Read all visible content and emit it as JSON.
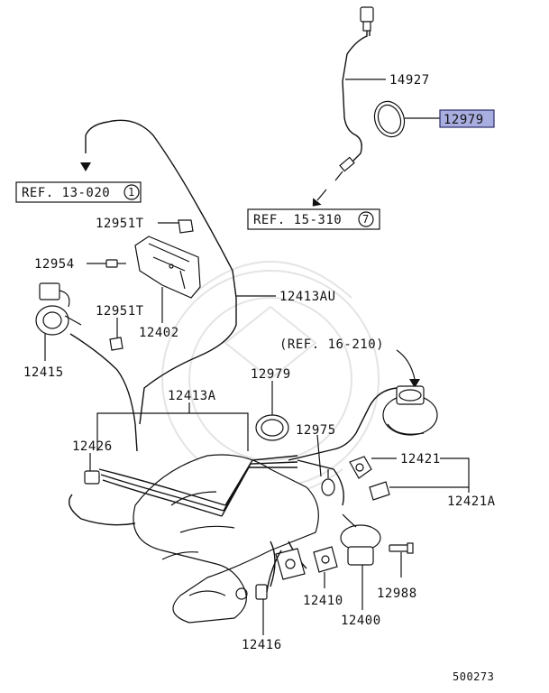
{
  "colors": {
    "highlight_fill": "#a9aee0",
    "highlight_border": "#2b2b6b",
    "ink": "#111111",
    "watermark": "#e4e4e4"
  },
  "labels": {
    "p14927": "14927",
    "p12979_top": "12979",
    "p12951T_a": "12951T",
    "p12954": "12954",
    "p12402": "12402",
    "p12413AU": "12413AU",
    "p12951T_b": "12951T",
    "p12415": "12415",
    "p12979_mid": "12979",
    "p12413A": "12413A",
    "p12426": "12426",
    "p12975": "12975",
    "p12421": "12421",
    "p12421A": "12421A",
    "p12988": "12988",
    "p12410": "12410",
    "p12400": "12400",
    "p12416": "12416",
    "diagram_id": "500273"
  },
  "refs": {
    "ref13": {
      "text": "REF. 13-020",
      "num": "1"
    },
    "ref15": {
      "text": "REF. 15-310",
      "num": "7"
    },
    "ref16": {
      "text": "(REF. 16-210)"
    }
  }
}
